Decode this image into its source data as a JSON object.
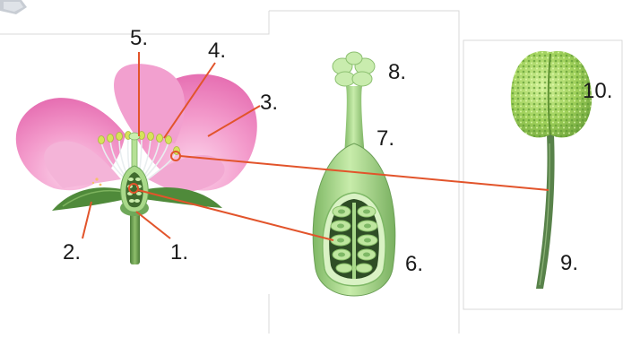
{
  "labels": {
    "l1": "1.",
    "l2": "2.",
    "l3": "3.",
    "l4": "4.",
    "l5": "5.",
    "l6": "6.",
    "l7": "7.",
    "l8": "8.",
    "l9": "9.",
    "l10": "10."
  },
  "colors": {
    "petal": "#f08cc6",
    "petal_light": "#fbd0e8",
    "leaf_green": "#4f8a3a",
    "pistil_green": "#a9d98a",
    "pistil_dark": "#6fa85a",
    "anther_yellow": "#d7e35a",
    "pointer_line": "#e2542b",
    "panel_border": "#d9d9d9"
  }
}
